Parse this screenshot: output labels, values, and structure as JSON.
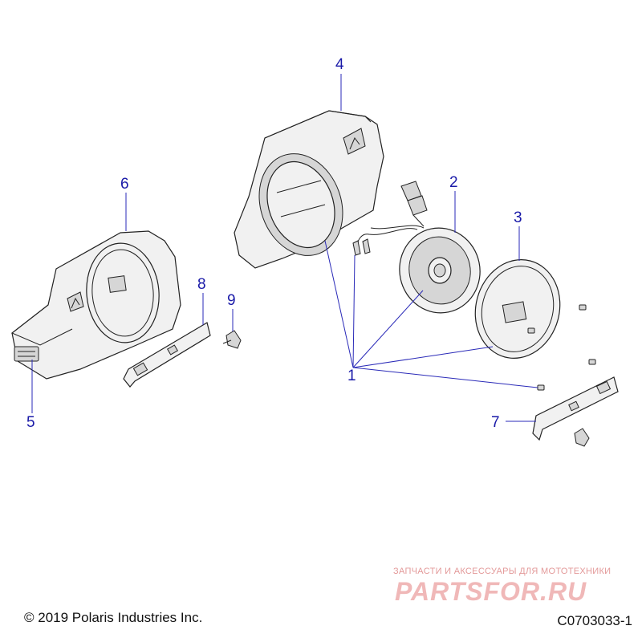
{
  "callouts": {
    "c1": "1",
    "c2": "2",
    "c3": "3",
    "c4": "4",
    "c5": "5",
    "c6": "6",
    "c7": "7",
    "c8": "8",
    "c9": "9"
  },
  "footer": {
    "copyright": "© 2019 Polaris Industries Inc.",
    "drawing_id": "C0703033-1"
  },
  "watermark": {
    "tagline": "ЗАПЧАСТИ И АКСЕССУАРЫ ДЛЯ МОТОТЕХНИКИ",
    "brand": "PARTSFOR.RU"
  },
  "colors": {
    "callout": "#1a1aa8",
    "watermark": "#f0b8b8"
  }
}
